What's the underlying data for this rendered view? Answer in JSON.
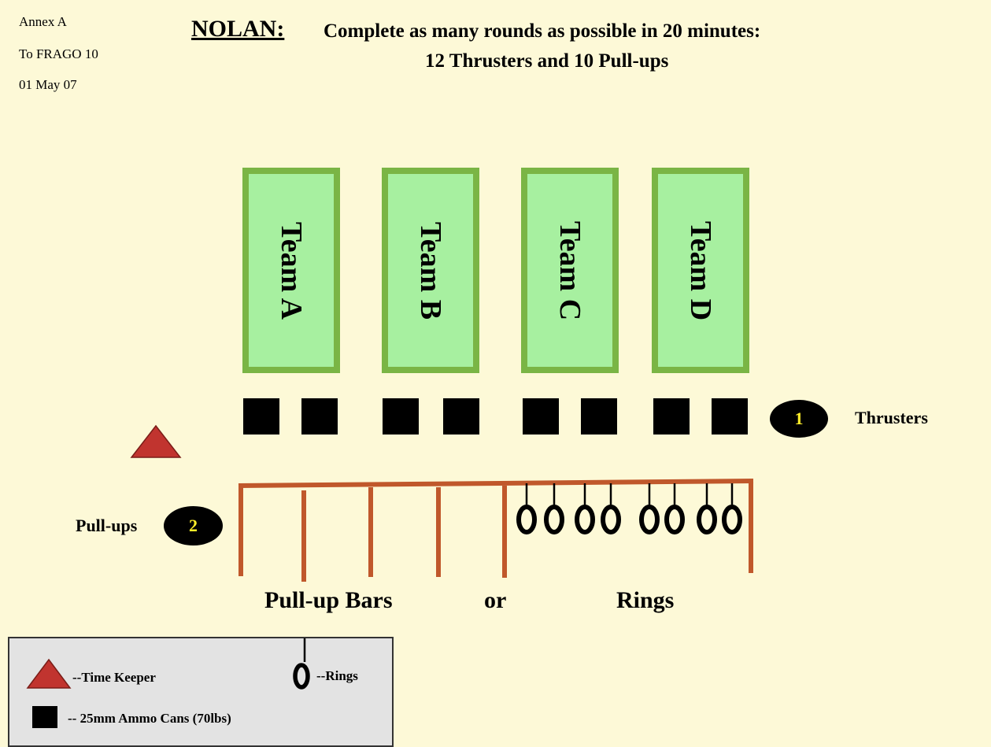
{
  "annex": {
    "line1": "Annex A",
    "line2": "To FRAGO 10",
    "line3": "01 May 07"
  },
  "title": {
    "name": "NOLAN:",
    "line1": "Complete as many rounds as possible in 20 minutes:",
    "line2": "12 Thrusters and 10 Pull-ups"
  },
  "teams": [
    "Team A",
    "Team B",
    "Team C",
    "Team D"
  ],
  "stations": {
    "thrusters": {
      "number": "1",
      "label": "Thrusters"
    },
    "pullups": {
      "number": "2",
      "label": "Pull-ups"
    }
  },
  "bottom_labels": {
    "bars": "Pull-up Bars",
    "or": "or",
    "rings": "Rings"
  },
  "legend": {
    "time_keeper": "--Time Keeper",
    "rings": "--Rings",
    "ammo_cans": "-- 25mm Ammo Cans (70lbs)"
  },
  "colors": {
    "background": "#fdf9d7",
    "team_fill": "#a7f0a0",
    "team_border": "#7ab545",
    "bar_frame": "#c0582b",
    "time_keeper": "#c1342f",
    "number_text": "#ffee2a",
    "legend_bg": "#e3e3e3"
  },
  "icons": {
    "time_keeper": "red-triangle-icon",
    "ammo_can": "black-square-icon",
    "ring": "ring-icon"
  }
}
